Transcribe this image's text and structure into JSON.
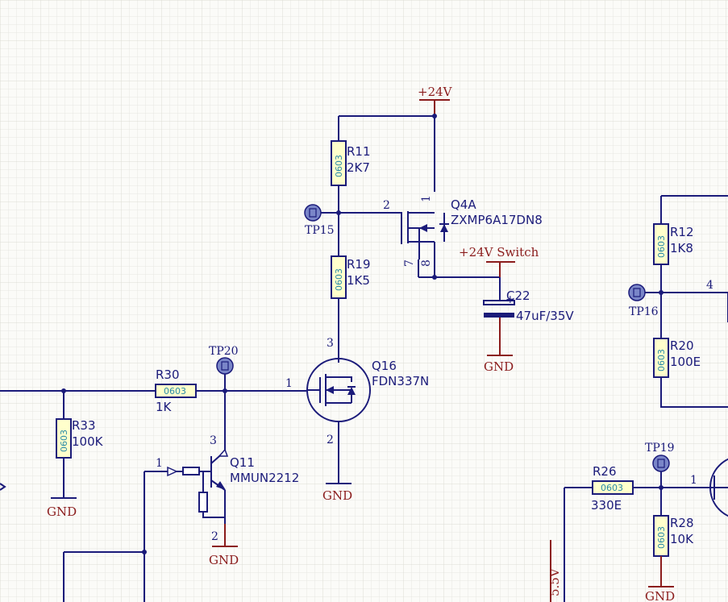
{
  "power": {
    "p24v": "+24V",
    "p24v_switch": "+24V Switch",
    "gnd": "GND",
    "net_5v5": "5.5V"
  },
  "components": {
    "r11": {
      "ref": "R11",
      "value": "2K7",
      "pkg": "0603"
    },
    "r19": {
      "ref": "R19",
      "value": "1K5",
      "pkg": "0603"
    },
    "r30": {
      "ref": "R30",
      "value": "1K",
      "pkg": "0603"
    },
    "r33": {
      "ref": "R33",
      "value": "100K",
      "pkg": "0603"
    },
    "r12": {
      "ref": "R12",
      "value": "1K8",
      "pkg": "0603"
    },
    "r20": {
      "ref": "R20",
      "value": "100E",
      "pkg": "0603"
    },
    "r26": {
      "ref": "R26",
      "value": "330E",
      "pkg": "0603"
    },
    "r28": {
      "ref": "R28",
      "value": "10K",
      "pkg": "0603"
    },
    "q4a": {
      "ref": "Q4A",
      "value": "ZXMP6A17DN8"
    },
    "q16": {
      "ref": "Q16",
      "value": "FDN337N"
    },
    "q11": {
      "ref": "Q11",
      "value": "MMUN2212"
    },
    "c22": {
      "ref": "C22",
      "value": "47uF/35V"
    }
  },
  "testpoints": {
    "tp15": "TP15",
    "tp20": "TP20",
    "tp16": "TP16",
    "tp19": "TP19"
  },
  "pins": {
    "q4a_gate": "2",
    "q4a_source": "1",
    "q4a_d1": "7",
    "q4a_d2": "8",
    "q16_gate": "1",
    "q16_drain": "3",
    "q16_source": "2",
    "q11_base": "1",
    "q11_collector": "3",
    "q11_emitter": "2",
    "q_right_gate": "1",
    "r20_net_pin": "4"
  }
}
